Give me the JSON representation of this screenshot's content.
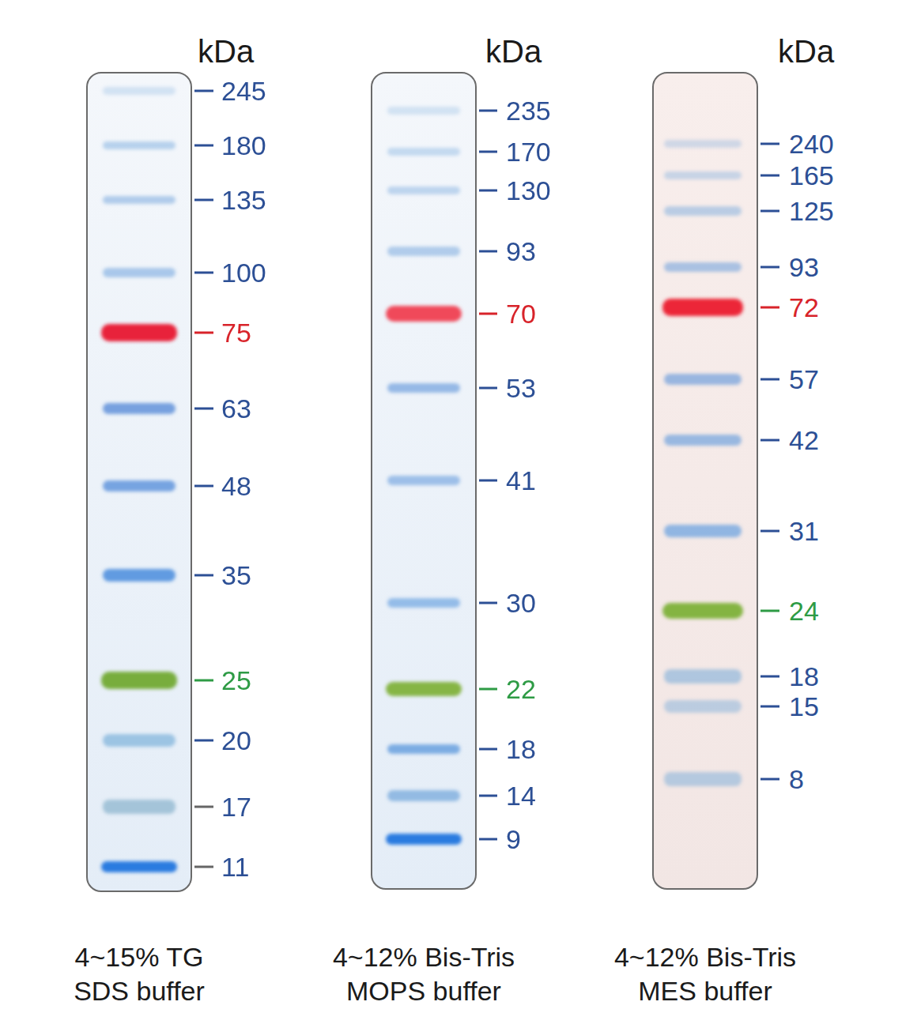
{
  "diagram": {
    "labels": [
      "kDa",
      "245",
      "180",
      "135",
      "100",
      "75",
      "63",
      "48",
      "35",
      "25",
      "20",
      "17",
      "11",
      "kDa",
      "235",
      "170",
      "130",
      "93",
      "70",
      "53",
      "41",
      "30",
      "22",
      "18",
      "14",
      "9",
      "kDa",
      "240",
      "165",
      "125",
      "93",
      "72",
      "57",
      "42",
      "31",
      "24",
      "18",
      "15",
      "8",
      "4~15% TG SDS buffer",
      "4~12% Bis-Tris MOPS buffer",
      "4~12% Bis-Tris MES buffer"
    ]
  }
}
